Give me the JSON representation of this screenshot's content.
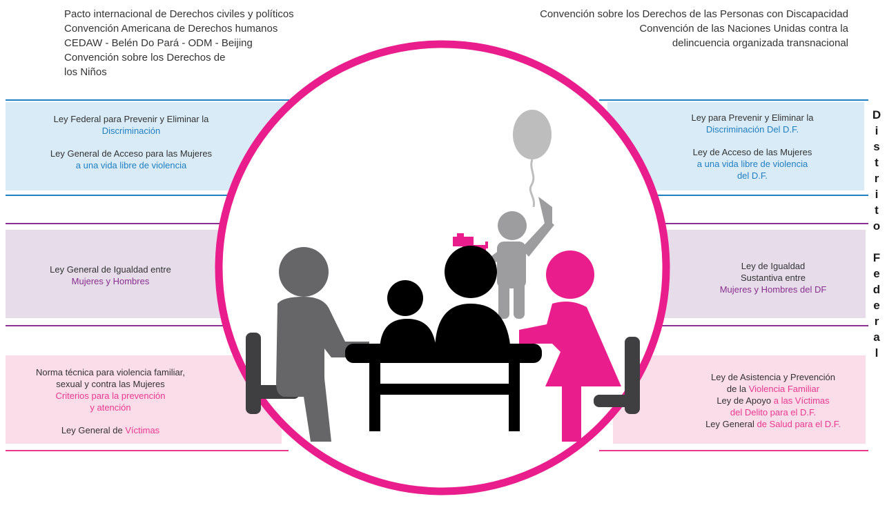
{
  "top_left": [
    "Pacto internacional de Derechos civiles y políticos",
    "Convención Americana de Derechos humanos",
    "CEDAW - Belén Do Pará - ODM - Beijing",
    "Convención sobre los Derechos de",
    "los Niños"
  ],
  "top_right": [
    "Convención sobre los Derechos de las Personas con Discapacidad",
    "Convención de las Naciones Unidas contra la",
    "delincuencia organizada transnacional"
  ],
  "left_blue": {
    "l1": "Ley Federal para Prevenir y Eliminar la",
    "l1b": "Discriminación",
    "l2": "Ley General de Acceso para las Mujeres",
    "l2b": "a una vida libre de violencia"
  },
  "left_purple": {
    "l1": "Ley General de Igualdad  entre",
    "l1b": "Mujeres y Hombres"
  },
  "left_pink": {
    "l1": "Norma técnica para violencia familiar,",
    "l2": "sexual y contra las Mujeres",
    "l3": "Criterios para la prevención",
    "l4": "y atención",
    "l5a": "Ley General de ",
    "l5b": "Víctimas"
  },
  "right_blue": {
    "l1": "Ley para Prevenir y Eliminar la",
    "l1b": "Discriminación Del D.F.",
    "l2": "Ley de Acceso de las Mujeres",
    "l2b": "a una vida libre de violencia",
    "l2c": "del D.F."
  },
  "right_purple": {
    "l1": "Ley de Igualdad",
    "l2": "Sustantiva entre",
    "l3": "Mujeres y Hombres del DF"
  },
  "right_pink": {
    "l1": "Ley de Asistencia y Prevención",
    "l2a": "de la ",
    "l2b": "Violencia Familiar",
    "l3a": "Ley de Apoyo ",
    "l3b": "a las Víctimas",
    "l4": "del Delito para el D.F.",
    "l5a": "Ley General ",
    "l5b": "de Salud para el D.F."
  },
  "vertical_label": [
    "D",
    "i",
    "s",
    "t",
    "r",
    "i",
    "t",
    "o",
    "",
    "F",
    "e",
    "d",
    "e",
    "r",
    "a",
    "l"
  ],
  "colors": {
    "blue_band": "#d9ebf6",
    "blue_line": "#1f7fc3",
    "purple_band": "#e6dcea",
    "purple_line": "#8a2f8f",
    "pink_band": "#fbdce9",
    "pink_line": "#e8388f",
    "circle_border": "#e91e8c"
  },
  "icons": [
    "family-table-icon",
    "balloon-icon",
    "dog-icon"
  ]
}
